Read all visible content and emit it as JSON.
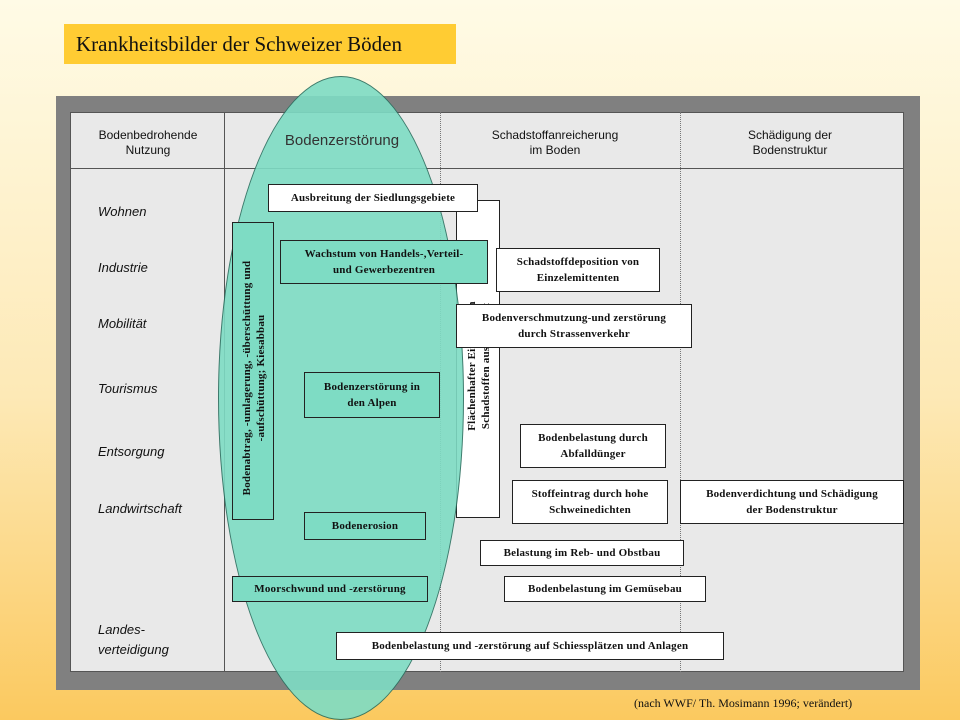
{
  "title": "Krankheitsbilder der Schweizer Böden",
  "headers": {
    "col1": [
      "Bodenbedrohende",
      "Nutzung"
    ],
    "col2": "Bodenzerstörung",
    "col3": [
      "Schadstoffanreicherung",
      "im Boden"
    ],
    "col4": [
      "Schädigung der",
      "Bodenstruktur"
    ]
  },
  "rows": [
    "Wohnen",
    "Industrie",
    "Mobilität",
    "Tourismus",
    "Entsorgung",
    "Landwirtschaft",
    "Landes-",
    "verteidigung"
  ],
  "boxes": {
    "siedlung": "Ausbreitung der Siedlungsgebiete",
    "handel": [
      "Wachstum von Handels-,Verteil-",
      "und Gewerbezentren"
    ],
    "schadstoffdeposition": [
      "Schadstoffdeposition von",
      "Einzelemittenten"
    ],
    "strassenverkehr": [
      "Bodenverschmutzung-und zerstörung",
      "durch Strassenverkehr"
    ],
    "alpen": [
      "Bodenzerstörung in",
      "den Alpen"
    ],
    "abfall": [
      "Bodenbelastung durch",
      "Abfalldünger"
    ],
    "stoffeintrag": [
      "Stoffeintrag durch hohe",
      "Schweinedichten"
    ],
    "verdichtung": [
      "Bodenverdichtung und Schädigung",
      "der Bodenstruktur"
    ],
    "erosion": "Bodenerosion",
    "rebbau": "Belastung im Reb- und Obstbau",
    "moor": "Moorschwund und -zerstörung",
    "gemuese": "Bodenbelastung im Gemüsebau",
    "schiess": "Bodenbelastung und -zerstörung auf Schiessplätzen und Anlagen",
    "bodenabtrag": [
      "Bodenabtrag, -umlagerung, -überschüttung und",
      "-aufschüttung; Kiesabbau"
    ],
    "luft": [
      "Flächenhafter Eintrag von",
      "Schadstoffen aus der Luft"
    ]
  },
  "credit": "(nach WWF/  Th. Mosimann 1996; verändert)"
}
